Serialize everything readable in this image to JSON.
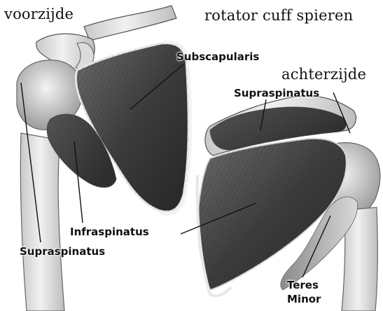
{
  "headings": {
    "front": "voorzijde",
    "title": "rotator cuff spieren",
    "back": "achterzijde"
  },
  "labels": {
    "subscapularis": "Subscapularis",
    "supraspinatus_back": "Supraspinatus",
    "infraspinatus": "Infraspinatus",
    "supraspinatus_front": "Supraspinatus",
    "teres_minor_line1": "Teres",
    "teres_minor_line2": "Minor"
  }
}
